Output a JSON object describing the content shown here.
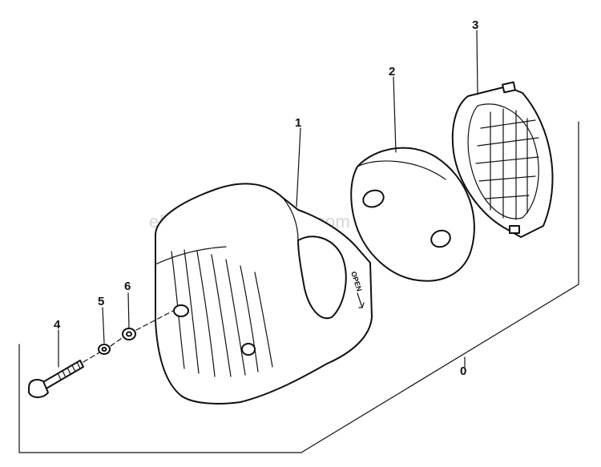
{
  "watermark": "eReplacementParts.com",
  "callouts": {
    "part_0": "0",
    "part_1": "1",
    "part_2": "2",
    "part_3": "3",
    "part_4": "4",
    "part_5": "5",
    "part_6": "6"
  },
  "cover_marking": "OPEN"
}
